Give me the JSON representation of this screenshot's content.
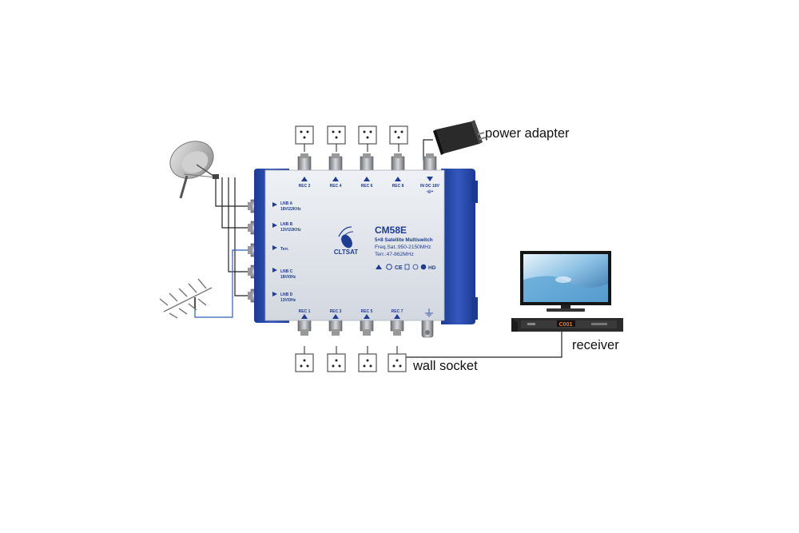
{
  "device": {
    "brand": "CLTSAT",
    "model": "CM58E",
    "description": "5×8 Satellite Multiswitch",
    "freq_sat": "Freq.Sat.:950-2150MHz",
    "freq_terr": "Terr.:47-862MHz",
    "top_ports": [
      "REC 2",
      "REC 4",
      "REC 6",
      "REC 8"
    ],
    "bottom_ports": [
      "REC 1",
      "REC 3",
      "REC 5",
      "REC 7"
    ],
    "power_port": "IN DC 18V",
    "inputs": [
      {
        "name": "LNB A",
        "spec": "18V/22KHz"
      },
      {
        "name": "LNB B",
        "spec": "13V/22KHz"
      },
      {
        "name": "Terr.",
        "spec": ""
      },
      {
        "name": "LNB C",
        "spec": "18V/0Hz"
      },
      {
        "name": "LNB D",
        "spec": "13V/0Hz"
      }
    ],
    "certification_marks": [
      "CE",
      "HD"
    ]
  },
  "labels": {
    "power_adapter": "power adapter",
    "receiver": "receiver",
    "wall_socket": "wall socket"
  },
  "receiver_display": "C001",
  "colors": {
    "chassis_blue": "#2a4aa8",
    "panel_gray": "#dfe3ea",
    "text_blue": "#1e3c92",
    "cable_blue": "#2d5fb5"
  }
}
